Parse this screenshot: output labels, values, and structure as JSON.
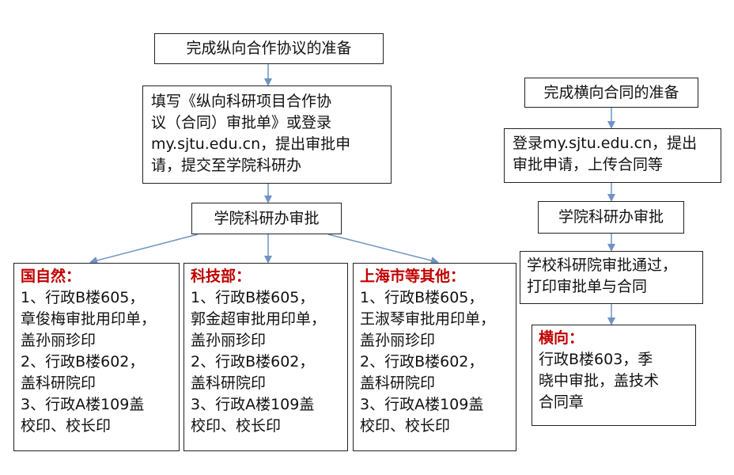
{
  "vertical": {
    "step1": "完成纵向合作协议的准备",
    "step2_lines": [
      "填写《纵向科研项目合作协",
      "议（合同）审批单》或登录",
      "my.sjtu.edu.cn，提出审批申",
      "请，提交至学院科研办"
    ],
    "step3": "学院科研办审批",
    "branches": [
      {
        "title": "国自然：",
        "lines": [
          "1、行政B楼605，",
          "章俊梅审批用印单，",
          "盖孙丽珍印",
          "2、行政B楼602，",
          "盖科研院印",
          "3、行政A楼109盖",
          "校印、校长印"
        ]
      },
      {
        "title": "科技部：",
        "lines": [
          "1、行政B楼605，",
          "郭金超审批用印单，",
          "盖孙丽珍印",
          "2、行政B楼602，",
          "盖科研院印",
          "3、行政A楼109盖",
          "校印、校长印"
        ]
      },
      {
        "title": "上海市等其他：",
        "lines": [
          "1、行政B楼605，",
          "王淑琴审批用印单，",
          "盖孙丽珍印",
          "2、行政B楼602，",
          "盖科研院印",
          "3、行政A楼109盖",
          "校印、校长印"
        ]
      }
    ]
  },
  "horizontal": {
    "step1": "完成横向合同的准备",
    "step2_lines": [
      "登录my.sjtu.edu.cn，提出",
      "审批申请，上传合同等"
    ],
    "step3": "学院科研办审批",
    "step4_lines": [
      "学校科研院审批通过，",
      "打印审批单与合同"
    ],
    "final": {
      "title": "横向：",
      "lines": [
        "行政B楼603，季",
        "晓中审批，盖技术",
        "合同章"
      ]
    }
  },
  "colors": {
    "arrow": "#6f93c4",
    "heading": "#c00000",
    "border": "#222222"
  }
}
